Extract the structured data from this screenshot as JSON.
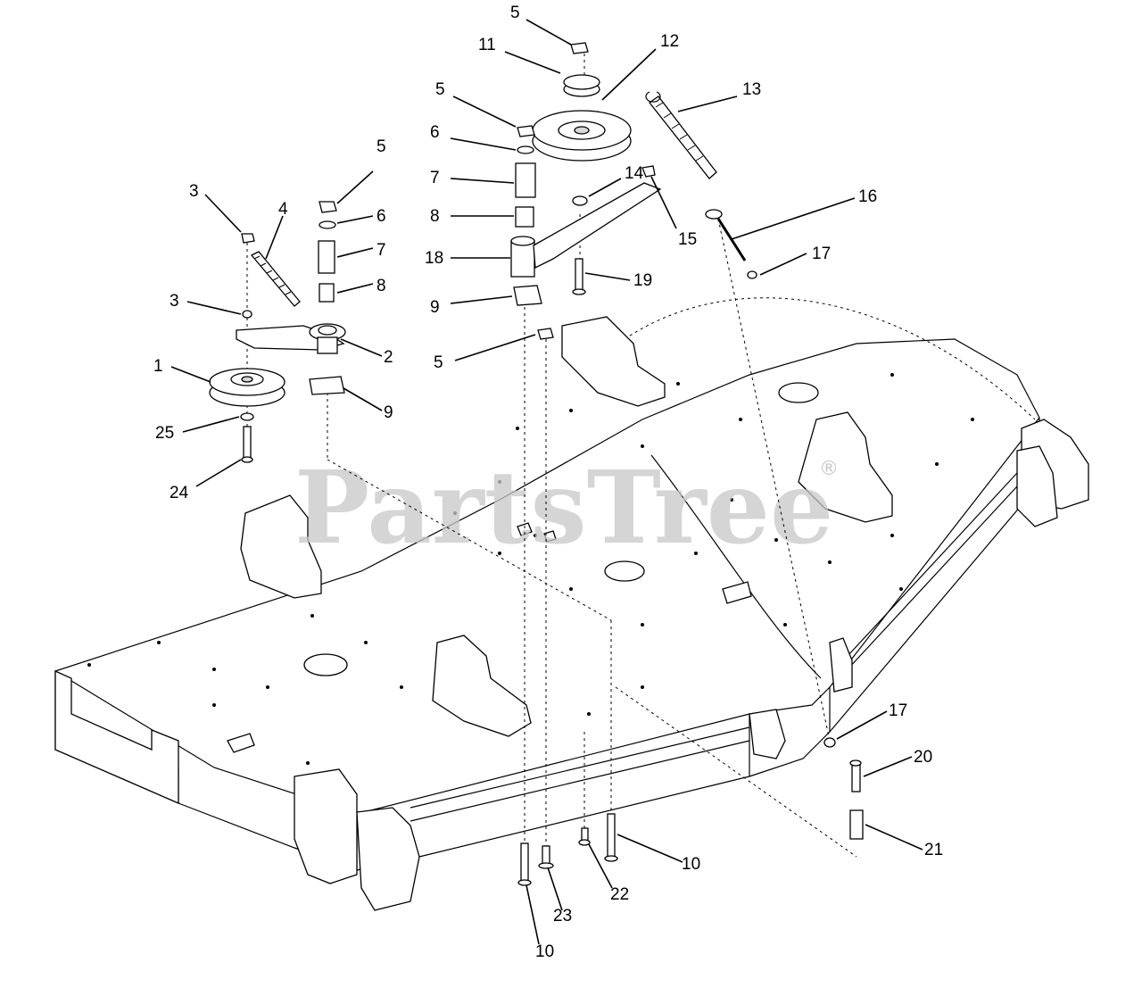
{
  "watermark": {
    "text": "PartsTree",
    "registered_mark": "®"
  },
  "callouts": [
    {
      "id": "c-5a",
      "label": "5"
    },
    {
      "id": "c-11",
      "label": "11"
    },
    {
      "id": "c-12",
      "label": "12"
    },
    {
      "id": "c-5b",
      "label": "5"
    },
    {
      "id": "c-13",
      "label": "13"
    },
    {
      "id": "c-6a",
      "label": "6"
    },
    {
      "id": "c-7a",
      "label": "7"
    },
    {
      "id": "c-14",
      "label": "14"
    },
    {
      "id": "c-5c",
      "label": "5"
    },
    {
      "id": "c-3a",
      "label": "3"
    },
    {
      "id": "c-4",
      "label": "4"
    },
    {
      "id": "c-6b",
      "label": "6"
    },
    {
      "id": "c-8a",
      "label": "8"
    },
    {
      "id": "c-15",
      "label": "15"
    },
    {
      "id": "c-16",
      "label": "16"
    },
    {
      "id": "c-7b",
      "label": "7"
    },
    {
      "id": "c-18",
      "label": "18"
    },
    {
      "id": "c-17a",
      "label": "17"
    },
    {
      "id": "c-8b",
      "label": "8"
    },
    {
      "id": "c-19",
      "label": "19"
    },
    {
      "id": "c-3b",
      "label": "3"
    },
    {
      "id": "c-9a",
      "label": "9"
    },
    {
      "id": "c-2",
      "label": "2"
    },
    {
      "id": "c-5d",
      "label": "5"
    },
    {
      "id": "c-1",
      "label": "1"
    },
    {
      "id": "c-9b",
      "label": "9"
    },
    {
      "id": "c-25",
      "label": "25"
    },
    {
      "id": "c-24",
      "label": "24"
    },
    {
      "id": "c-17b",
      "label": "17"
    },
    {
      "id": "c-20",
      "label": "20"
    },
    {
      "id": "c-10a",
      "label": "10"
    },
    {
      "id": "c-21",
      "label": "21"
    },
    {
      "id": "c-23",
      "label": "23"
    },
    {
      "id": "c-22",
      "label": "22"
    },
    {
      "id": "c-10b",
      "label": "10"
    }
  ]
}
